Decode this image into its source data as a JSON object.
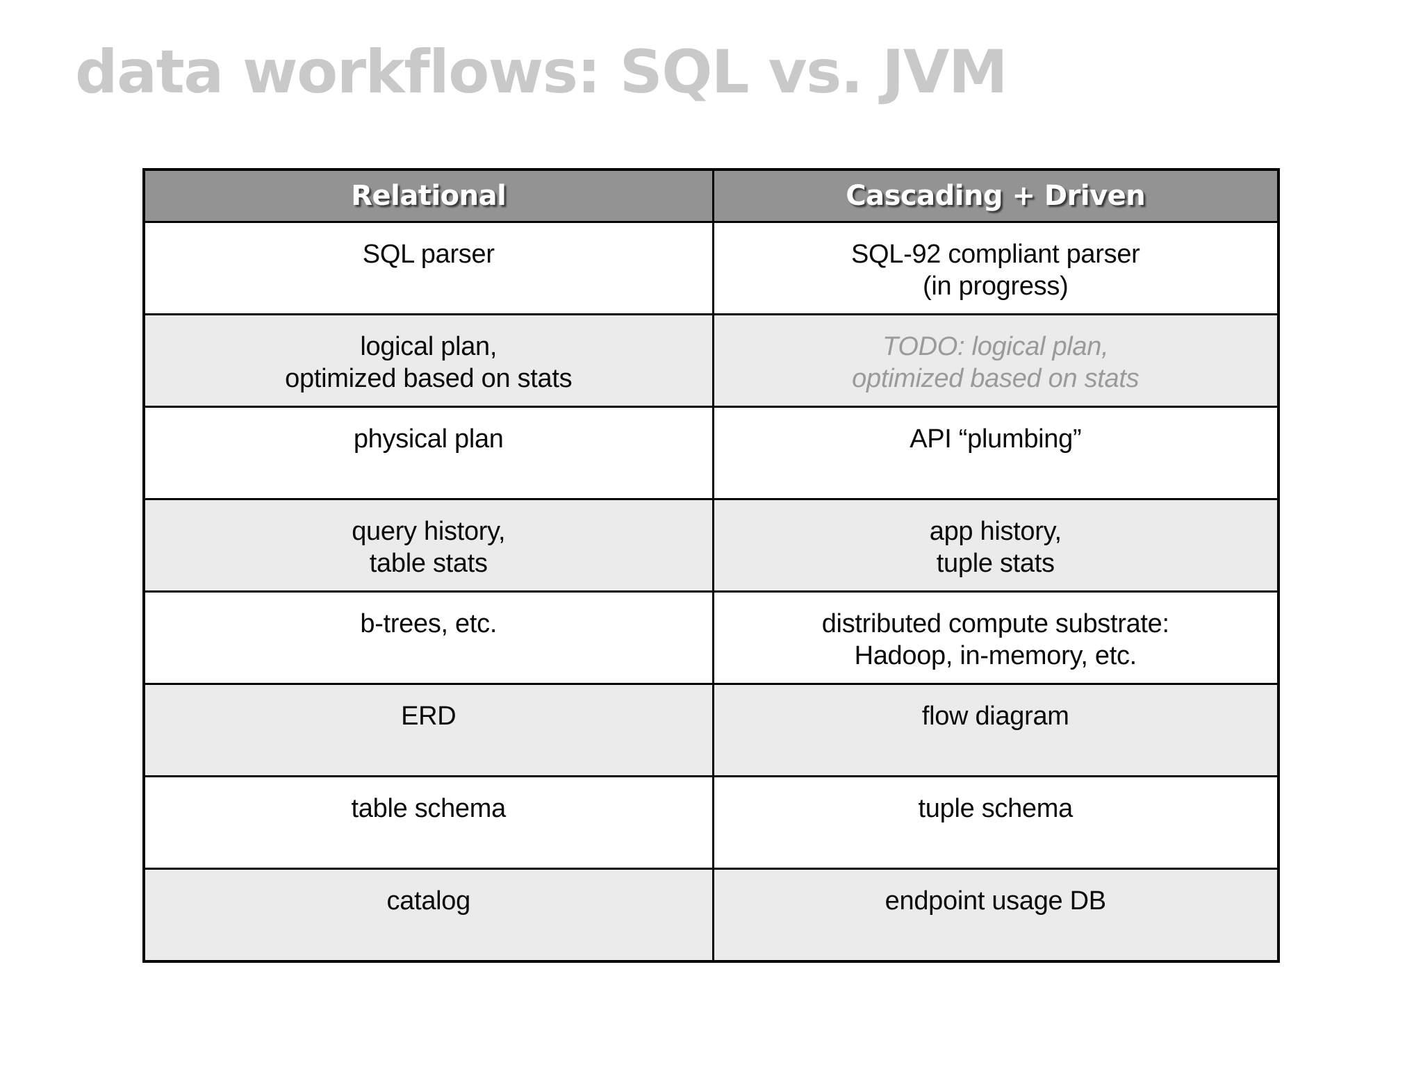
{
  "slide": {
    "title": "data workflows: SQL vs. JVM",
    "background_color": "#ffffff",
    "title_color": "#c9c9c9"
  },
  "table": {
    "header_background_color": "#939393",
    "header_text_color": "#ffffff",
    "shaded_row_color": "#ebebeb",
    "plain_row_color": "#ffffff",
    "border_color": "#000000",
    "muted_text_color": "#9a9a9a",
    "columns": [
      {
        "label": "Relational"
      },
      {
        "label": "Cascading + Driven"
      }
    ],
    "rows": [
      {
        "shaded": false,
        "left": "SQL parser",
        "right": "SQL-92 compliant parser\n(in progress)",
        "right_muted": false
      },
      {
        "shaded": true,
        "left": "logical plan,\noptimized based on stats",
        "right": "TODO: logical plan,\noptimized based on stats",
        "right_muted": true
      },
      {
        "shaded": false,
        "left": "physical plan",
        "right": "API “plumbing”",
        "right_muted": false
      },
      {
        "shaded": true,
        "left": "query history,\ntable stats",
        "right": "app history,\ntuple stats",
        "right_muted": false
      },
      {
        "shaded": false,
        "left": "b-trees, etc.",
        "right": "distributed compute substrate:\nHadoop, in-memory, etc.",
        "right_muted": false
      },
      {
        "shaded": true,
        "left": "ERD",
        "right": "flow diagram",
        "right_muted": false
      },
      {
        "shaded": false,
        "left": "table schema",
        "right": "tuple schema",
        "right_muted": false
      },
      {
        "shaded": true,
        "left": "catalog",
        "right": "endpoint usage DB",
        "right_muted": false
      }
    ]
  }
}
